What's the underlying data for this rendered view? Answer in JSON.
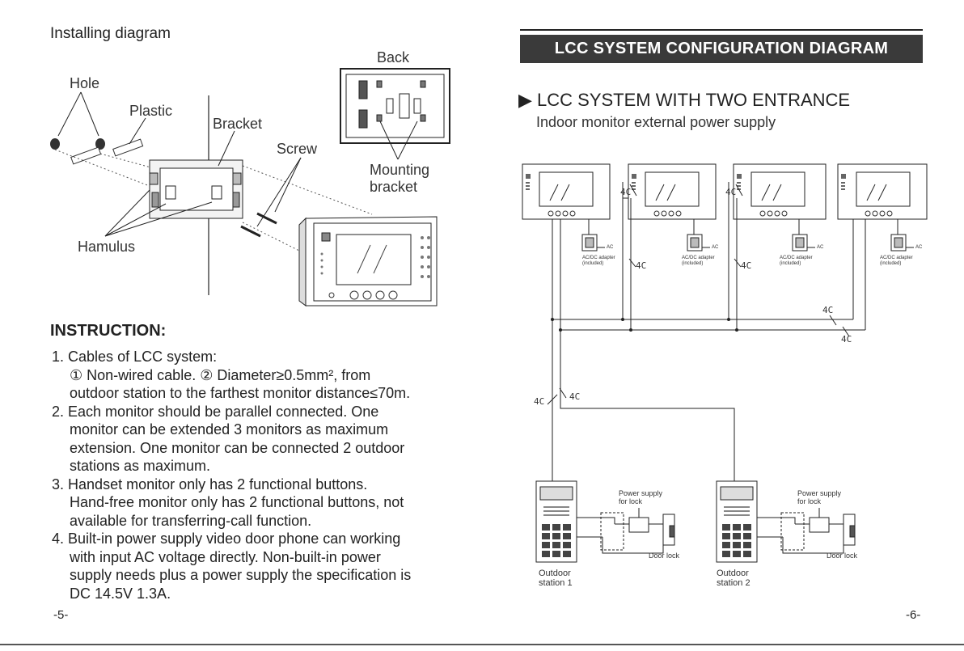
{
  "left": {
    "title": "Installing diagram",
    "labels": {
      "back": "Back",
      "hole": "Hole",
      "plastic": "Plastic",
      "bracket": "Bracket",
      "screw": "Screw",
      "mounting": "Mounting",
      "mounting2": "bracket",
      "hamulus": "Hamulus"
    },
    "instruction_title": "INSTRUCTION:",
    "items": [
      {
        "num": "1.",
        "text": "Cables of LCC system:"
      },
      {
        "num": "",
        "text": "① Non-wired cable.         ② Diameter≥0.5mm², from"
      },
      {
        "num": "",
        "text": "outdoor station to the farthest monitor distance≤70m."
      },
      {
        "num": "2.",
        "text": "Each  monitor  should  be  parallel  connected.   One"
      },
      {
        "num": "",
        "text": "monitor  can  be  extended  3  monitors  as  maximum"
      },
      {
        "num": "",
        "text": "extension.  One monitor can be connected 2 outdoor"
      },
      {
        "num": "",
        "text": "stations as maximum."
      },
      {
        "num": "3.",
        "text": "Handset  monitor  only  has  2  functional  buttons."
      },
      {
        "num": "",
        "text": "Hand-free monitor only has 2 functional  buttons,  not"
      },
      {
        "num": "",
        "text": "available for transferring-call function."
      },
      {
        "num": "4.",
        "text": "Built-in power supply video door  phone  can  working"
      },
      {
        "num": "",
        "text": "with  input  AC  voltage  directly.   Non-built-in  power"
      },
      {
        "num": "",
        "text": "supply needs plus a power supply the specification is"
      },
      {
        "num": "",
        "text": "DC 14.5V 1.3A."
      }
    ],
    "page_number": "-5-"
  },
  "right": {
    "header": "LCC  SYSTEM CONFIGURATION DIAGRAM",
    "subtitle": "▶ LCC SYSTEM  WITH TWO ENTRANCE",
    "subtitle2": "Indoor monitor external power supply",
    "cable_label": "4C",
    "adapter_line1": "AC/DC adapter",
    "adapter_line2": "(included)",
    "ac": "AC",
    "power_supply1": "Power supply",
    "power_supply2": "for lock",
    "door_lock": "Door lock",
    "outdoor1_a": "Outdoor",
    "outdoor1_b": "station 1",
    "outdoor2_a": "Outdoor",
    "outdoor2_b": "station 2",
    "page_number": "-6-"
  }
}
